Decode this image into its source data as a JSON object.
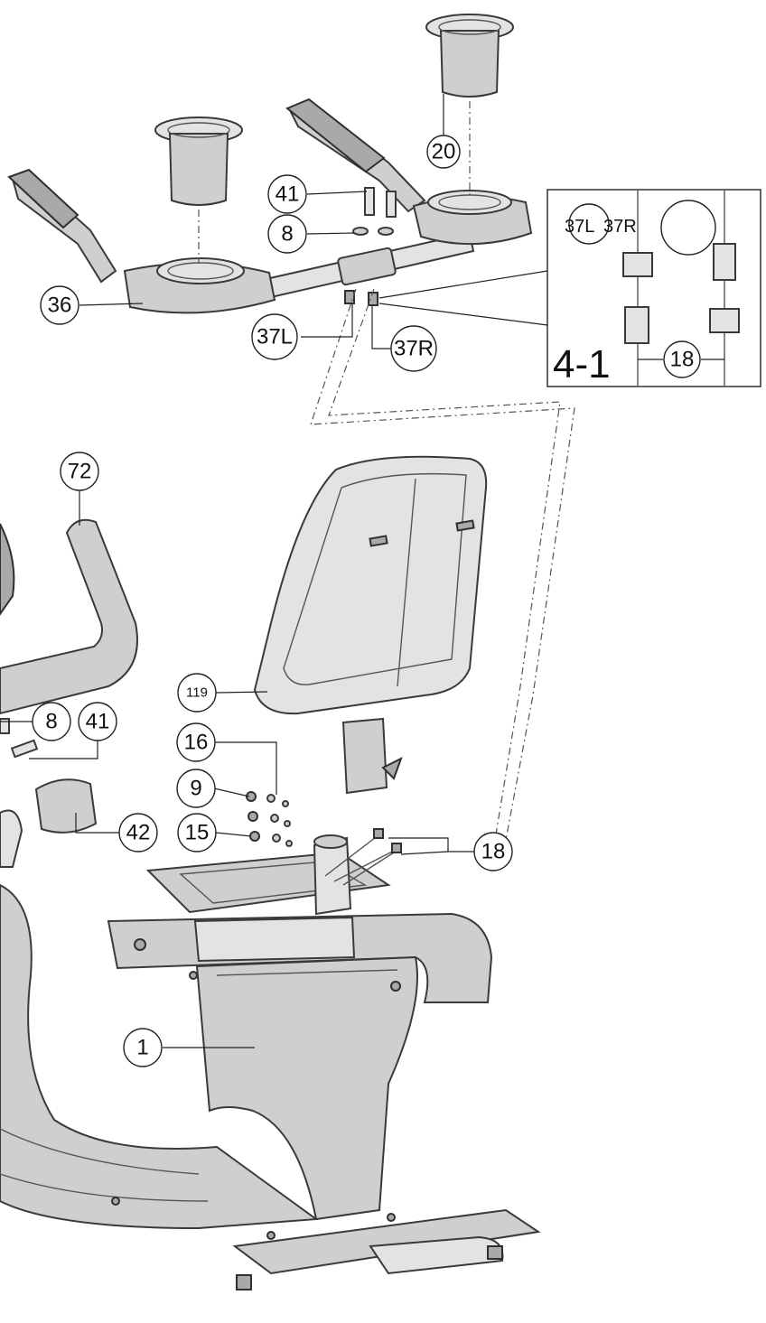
{
  "callouts": {
    "c20": "20",
    "c41_top": "41",
    "c8_top": "8",
    "c36": "36",
    "c37L": "37L",
    "c37R": "37R",
    "c72": "72",
    "c119": "119",
    "c8_left": "8",
    "c41_left": "41",
    "c16": "16",
    "c9": "9",
    "c15": "15",
    "c42": "42",
    "c18": "18",
    "c1": "1"
  },
  "inset": {
    "label": "4-1",
    "left_label": "37L",
    "right_label": "37R",
    "bottom_label": "18"
  }
}
